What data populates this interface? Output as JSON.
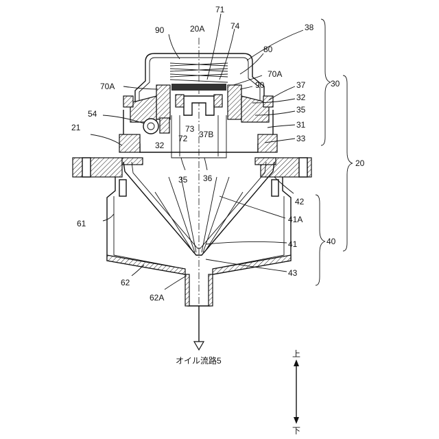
{
  "labels": {
    "l20A": "20A",
    "l71": "71",
    "l74": "74",
    "l90a": "90",
    "l38": "38",
    "l80": "80",
    "l70A_left": "70A",
    "l70A_right": "70A",
    "l90b": "90",
    "l37": "37",
    "l30": "30",
    "l32a": "32",
    "l35a": "35",
    "l54": "54",
    "l73": "73",
    "l37B": "37B",
    "l31": "31",
    "l21": "21",
    "l32b": "32",
    "l72": "72",
    "l33": "33",
    "l20": "20",
    "l35b": "35",
    "l36": "36",
    "l42": "42",
    "l41A": "41A",
    "l61": "61",
    "l40": "40",
    "l41": "41",
    "l62": "62",
    "l43": "43",
    "l62A": "62A",
    "flow": "オイル流路5",
    "up": "上",
    "down": "下"
  }
}
